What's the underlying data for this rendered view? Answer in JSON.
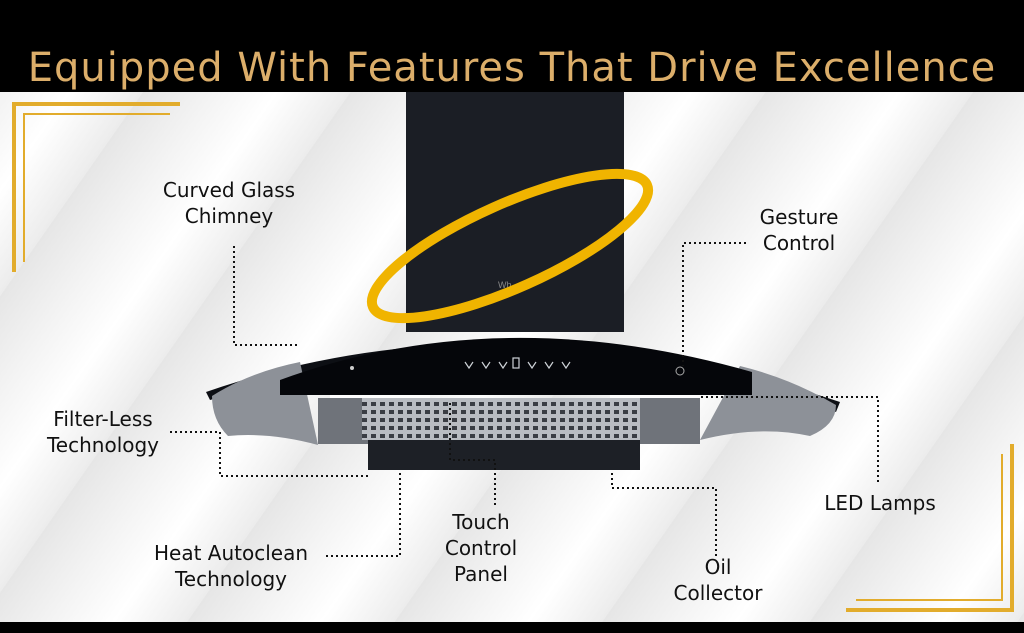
{
  "header": {
    "title": "Equipped With Features That Drive Excellence"
  },
  "colors": {
    "title_gold": "#dcae6a",
    "ring_gold": "#f0b400",
    "corner_gold": "#e2ac2c",
    "band": "#000000"
  },
  "product": {
    "brand_mark": "Wh"
  },
  "features": [
    {
      "id": "curved-glass",
      "lines": [
        "Curved Glass",
        "Chimney"
      ]
    },
    {
      "id": "gesture-control",
      "lines": [
        "Gesture",
        "Control"
      ]
    },
    {
      "id": "filter-less",
      "lines": [
        "Filter-Less",
        "Technology"
      ]
    },
    {
      "id": "heat-autoclean",
      "lines": [
        "Heat Autoclean",
        "Technology"
      ]
    },
    {
      "id": "touch-control",
      "lines": [
        "Touch",
        "Control",
        "Panel"
      ]
    },
    {
      "id": "oil-collector",
      "lines": [
        "Oil",
        "Collector"
      ]
    },
    {
      "id": "led-lamps",
      "lines": [
        "LED Lamps"
      ]
    }
  ]
}
